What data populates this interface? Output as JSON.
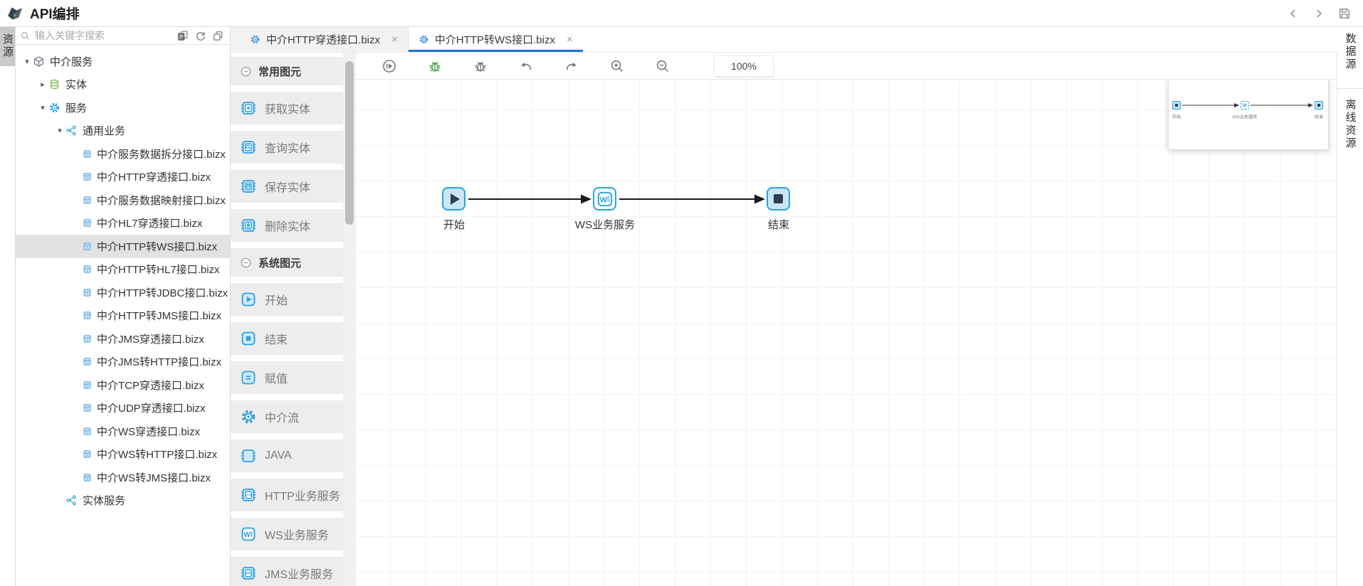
{
  "app": {
    "title": "API编排"
  },
  "left_rail": {
    "label": "资源"
  },
  "right_rail": {
    "items": [
      {
        "label": "数据源"
      },
      {
        "label": "离线资源"
      }
    ]
  },
  "explorer": {
    "search_placeholder": "输入关键字搜索",
    "tree": {
      "items": [
        {
          "label": "中介服务",
          "level": 0,
          "icon": "package-icon",
          "expanded": true
        },
        {
          "label": "实体",
          "level": 1,
          "icon": "database-icon",
          "expanded": false
        },
        {
          "label": "服务",
          "level": 1,
          "icon": "gear-icon",
          "expanded": true
        },
        {
          "label": "通用业务",
          "level": 2,
          "icon": "flow-icon",
          "expanded": true
        },
        {
          "label": "中介服务数据拆分接口.bizx",
          "level": 3,
          "icon": "bizx-file-icon"
        },
        {
          "label": "中介HTTP穿透接口.bizx",
          "level": 3,
          "icon": "bizx-file-icon"
        },
        {
          "label": "中介服务数据映射接口.bizx",
          "level": 3,
          "icon": "bizx-file-icon"
        },
        {
          "label": "中介HL7穿透接口.bizx",
          "level": 3,
          "icon": "bizx-file-icon"
        },
        {
          "label": "中介HTTP转WS接口.bizx",
          "level": 3,
          "icon": "bizx-file-icon",
          "selected": true
        },
        {
          "label": "中介HTTP转HL7接口.bizx",
          "level": 3,
          "icon": "bizx-file-icon"
        },
        {
          "label": "中介HTTP转JDBC接口.bizx",
          "level": 3,
          "icon": "bizx-file-icon"
        },
        {
          "label": "中介HTTP转JMS接口.bizx",
          "level": 3,
          "icon": "bizx-file-icon"
        },
        {
          "label": "中介JMS穿透接口.bizx",
          "level": 3,
          "icon": "bizx-file-icon"
        },
        {
          "label": "中介JMS转HTTP接口.bizx",
          "level": 3,
          "icon": "bizx-file-icon"
        },
        {
          "label": "中介TCP穿透接口.bizx",
          "level": 3,
          "icon": "bizx-file-icon"
        },
        {
          "label": "中介UDP穿透接口.bizx",
          "level": 3,
          "icon": "bizx-file-icon"
        },
        {
          "label": "中介WS穿透接口.bizx",
          "level": 3,
          "icon": "bizx-file-icon"
        },
        {
          "label": "中介WS转HTTP接口.bizx",
          "level": 3,
          "icon": "bizx-file-icon"
        },
        {
          "label": "中介WS转JMS接口.bizx",
          "level": 3,
          "icon": "bizx-file-icon"
        },
        {
          "label": "实体服务",
          "level": 2,
          "icon": "flow-icon"
        }
      ]
    }
  },
  "tabs": [
    {
      "label": "中介HTTP穿透接口.bizx",
      "close": "×",
      "active": false
    },
    {
      "label": "中介HTTP转WS接口.bizx",
      "close": "×",
      "active": true
    }
  ],
  "palette": {
    "rows": [
      {
        "type": "header",
        "label": "常用图元"
      },
      {
        "type": "item",
        "icon": "entity-get-icon",
        "label": "获取实体"
      },
      {
        "type": "item",
        "icon": "entity-query-icon",
        "label": "查询实体"
      },
      {
        "type": "item",
        "icon": "entity-save-icon",
        "label": "保存实体"
      },
      {
        "type": "item",
        "icon": "entity-delete-icon",
        "label": "删除实体"
      },
      {
        "type": "header",
        "label": "系统图元"
      },
      {
        "type": "item",
        "icon": "start-icon",
        "label": "开始"
      },
      {
        "type": "item",
        "icon": "end-icon",
        "label": "结束"
      },
      {
        "type": "item",
        "icon": "assign-icon",
        "label": "赋值"
      },
      {
        "type": "item",
        "icon": "gear-icon",
        "label": "中介流"
      },
      {
        "type": "item",
        "icon": "chip-icon",
        "label": "JAVA"
      },
      {
        "type": "item",
        "icon": "http-service-icon",
        "label": "HTTP业务服务"
      },
      {
        "type": "item",
        "icon": "ws-service-icon",
        "label": "WS业务服务"
      },
      {
        "type": "item",
        "icon": "jms-service-icon",
        "label": "JMS业务服务"
      }
    ]
  },
  "toolbar": {
    "zoom_value": "100%"
  },
  "canvas": {
    "nodes": [
      {
        "label": "开始",
        "type": "start"
      },
      {
        "label": "WS业务服务",
        "type": "ws-service"
      },
      {
        "label": "结束",
        "type": "end"
      }
    ]
  },
  "colors": {
    "accent_blue": "#2e9fdf",
    "node_border": "#2aa2dd",
    "node_fill": "#c8e6f7",
    "active_tab_underline": "#1f6fd0",
    "debug_green": "#43a047",
    "selected_row_bg": "#e2e2e2"
  }
}
